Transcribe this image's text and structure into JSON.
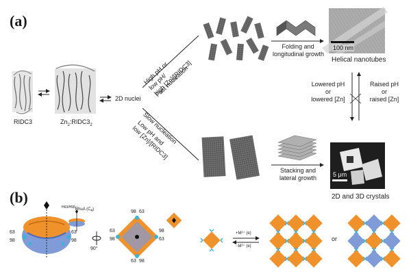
{
  "panels": {
    "a": "(a)",
    "b": "(b)"
  },
  "proteins": {
    "ridc3": "RIDC3",
    "zn_prefix": "Zn",
    "zn_sub": "2",
    "zn_mid": ":RIDC3",
    "zn_sub2": "2",
    "nuclei": "2D nuclei"
  },
  "upper_path": {
    "line1": "High pH or",
    "line2": "low pH/",
    "line3": "high [Zn]/[RIDC3]",
    "line4": "Fast nucleation",
    "growth1": "Folding and",
    "growth2": "longitudinal growth",
    "product": "Helical nanotubes",
    "scale": "100 nm"
  },
  "lower_path": {
    "line1": "Slow nucleation",
    "line2": "Low pH and",
    "line3": "low [Zn]/[RIDC3]",
    "growth1": "Stacking and",
    "growth2": "lateral growth",
    "product": "2D and 3D crystals",
    "scale": "5 μm"
  },
  "interconversion": {
    "left1": "Lowered pH",
    "left2": "or",
    "left3": "lowered [Zn]",
    "right1": "Raised pH",
    "right2": "or",
    "right3": "raised [Zn]"
  },
  "panel_b": {
    "rhua_sup": "H63/H98",
    "rhua": "RhuA (C",
    "rhua_sub": "4",
    "rhua_end": ")",
    "rotate": "90°",
    "n63": "63",
    "n98": "98",
    "add": "+M²⁺ (e)",
    "remove": "−M²⁺ (e)",
    "or": "or"
  },
  "colors": {
    "orange": "#f0922b",
    "blue": "#7f9bd8",
    "cyan": "#3fb2d6",
    "gray": "#6e6e6e"
  }
}
